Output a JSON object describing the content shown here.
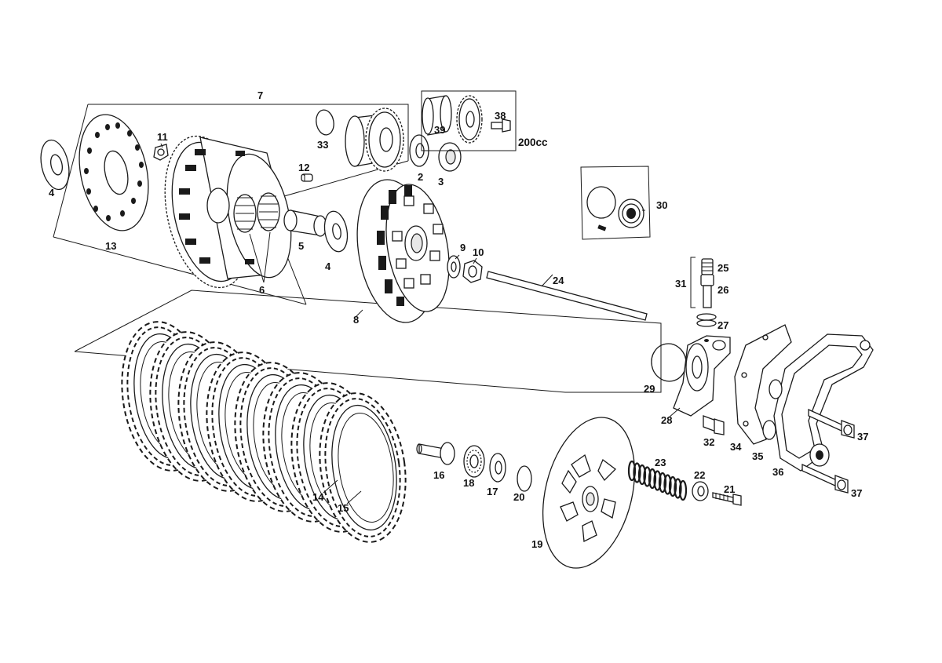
{
  "diagram": {
    "labels": {
      "l2": "2",
      "l3": "3",
      "l4a": "4",
      "l4b": "4",
      "l5": "5",
      "l6": "6",
      "l7": "7",
      "l8": "8",
      "l9": "9",
      "l10": "10",
      "l11": "11",
      "l12": "12",
      "l13": "13",
      "l14": "14",
      "l15": "15",
      "l16": "16",
      "l17": "17",
      "l18": "18",
      "l19": "19",
      "l20": "20",
      "l21": "21",
      "l22": "22",
      "l23": "23",
      "l24": "24",
      "l25": "25",
      "l26": "26",
      "l27": "27",
      "l28": "28",
      "l29": "29",
      "l30": "30",
      "l31": "31",
      "l32": "32",
      "l33": "33",
      "l34": "34",
      "l35": "35",
      "l36": "36",
      "l37a": "37",
      "l37b": "37",
      "l38": "38",
      "l39": "39"
    },
    "variant_note": "200cc"
  }
}
